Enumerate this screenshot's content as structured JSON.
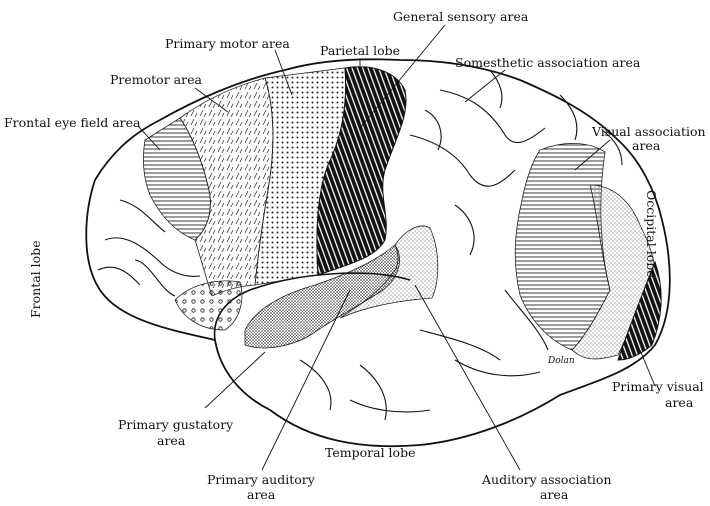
{
  "labels": {
    "general_sensory": "General sensory area",
    "primary_motor": "Primary motor area",
    "parietal_lobe": "Parietal lobe",
    "somesthetic_assoc": "Somesthetic association area",
    "premotor": "Premotor area",
    "frontal_eye_field": "Frontal eye field area",
    "visual_assoc_1": "Visual association",
    "visual_assoc_2": "area",
    "occipital_lobe": "Occipital lobe",
    "frontal_lobe": "Frontal lobe",
    "primary_visual_1": "Primary visual",
    "primary_visual_2": "area",
    "primary_gustatory_1": "Primary gustatory",
    "primary_gustatory_2": "area",
    "temporal_lobe": "Temporal lobe",
    "primary_auditory_1": "Primary auditory",
    "primary_auditory_2": "area",
    "auditory_assoc_1": "Auditory association",
    "auditory_assoc_2": "area",
    "signature": "Dolan"
  }
}
